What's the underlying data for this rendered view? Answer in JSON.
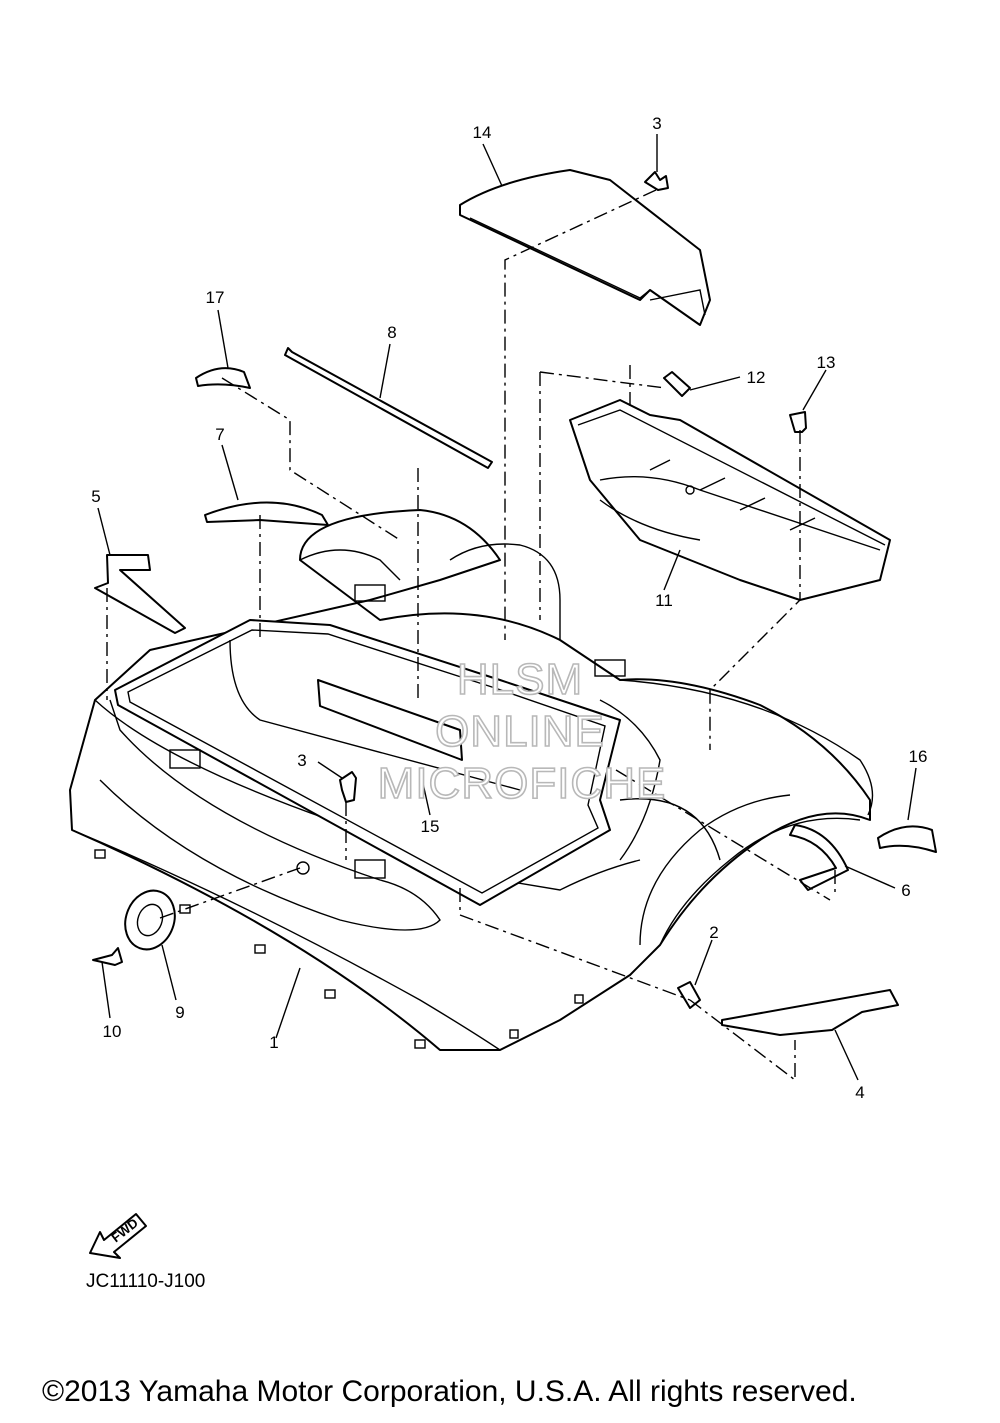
{
  "diagram": {
    "callouts": [
      {
        "id": "c14",
        "label": "14"
      },
      {
        "id": "c3a",
        "label": "3"
      },
      {
        "id": "c17",
        "label": "17"
      },
      {
        "id": "c8",
        "label": "8"
      },
      {
        "id": "c12",
        "label": "12"
      },
      {
        "id": "c13",
        "label": "13"
      },
      {
        "id": "c7",
        "label": "7"
      },
      {
        "id": "c5",
        "label": "5"
      },
      {
        "id": "c11",
        "label": "11"
      },
      {
        "id": "c3b",
        "label": "3"
      },
      {
        "id": "c16",
        "label": "16"
      },
      {
        "id": "c15",
        "label": "15"
      },
      {
        "id": "c6",
        "label": "6"
      },
      {
        "id": "c2",
        "label": "2"
      },
      {
        "id": "c9",
        "label": "9"
      },
      {
        "id": "c10",
        "label": "10"
      },
      {
        "id": "c1",
        "label": "1"
      },
      {
        "id": "c4",
        "label": "4"
      }
    ],
    "watermark": [
      "HLSM",
      "ONLINE",
      "MICROFICHE"
    ],
    "fwd_arrow_label": "FWD",
    "diagram_code": "JC11110-J100"
  },
  "footer": {
    "copyright": "©2013 Yamaha Motor Corporation, U.S.A. All rights reserved."
  }
}
